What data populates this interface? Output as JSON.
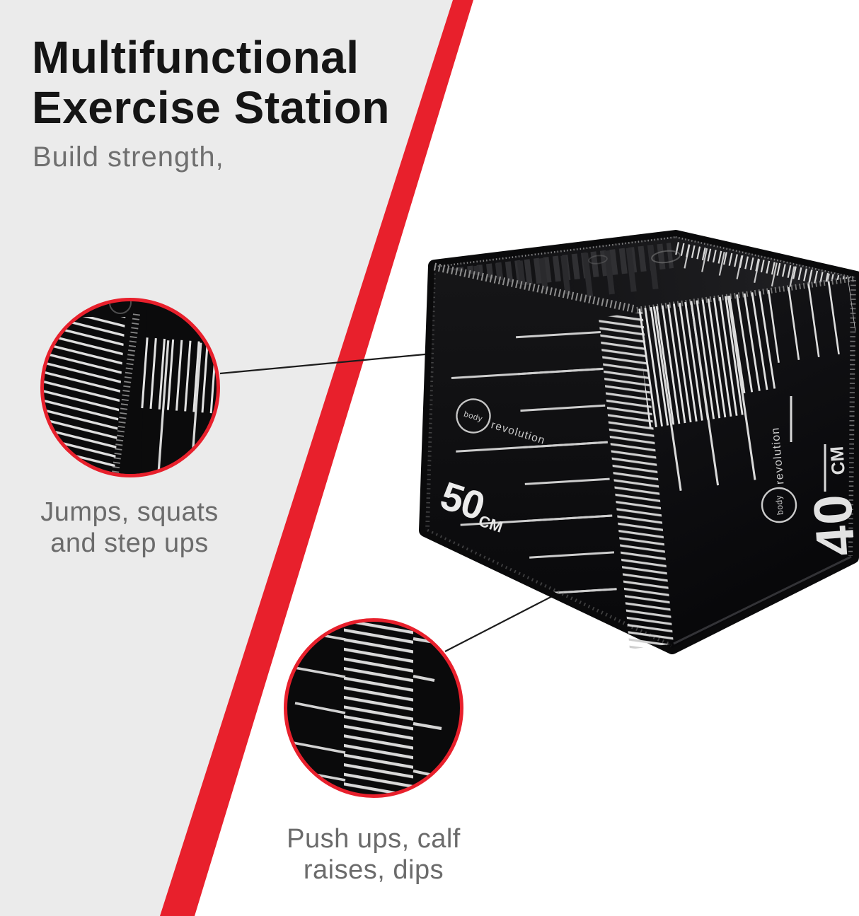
{
  "header": {
    "title_line1": "Multifunctional",
    "title_line2": "Exercise Station",
    "subtitle": "Build strength,"
  },
  "callouts": {
    "top": {
      "line1": "Jumps, squats",
      "line2": "and step ups"
    },
    "bottom": {
      "line1": "Push ups, calf",
      "line2": "raises, dips"
    }
  },
  "product": {
    "brand_word1": "body",
    "brand_word2": "revolution",
    "left_face": {
      "dimension_value": "50",
      "dimension_unit": "CM"
    },
    "right_face": {
      "dimension_value": "40",
      "dimension_unit": "CM"
    }
  },
  "colors": {
    "accent_red": "#e8202c",
    "panel_gray": "#ebebeb",
    "background_white": "#ffffff",
    "title_text": "#151515",
    "muted_text": "#6b6b6b",
    "box_black": "#0a0a0b",
    "ruler_stripe": "#d8d8d8"
  }
}
